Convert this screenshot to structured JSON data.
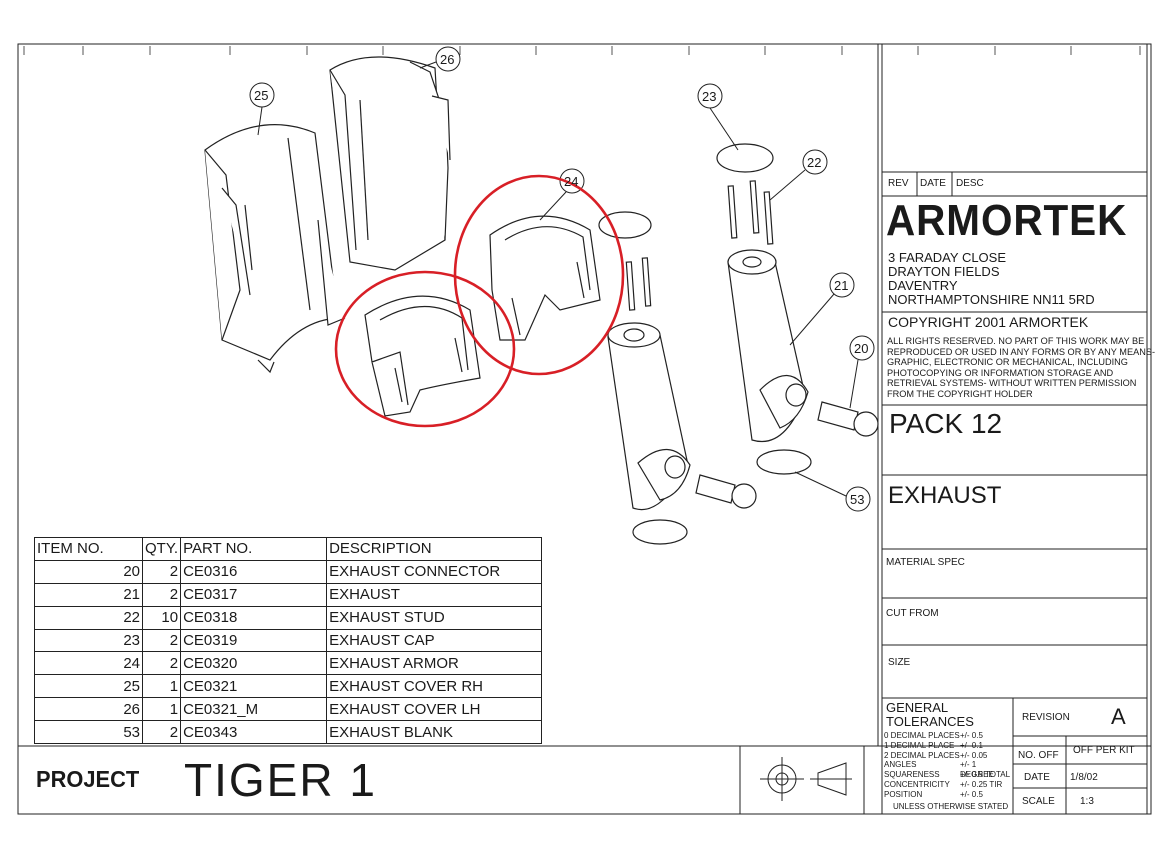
{
  "title_block": {
    "rev_header": "REV",
    "date_header": "DATE",
    "desc_header": "DESC",
    "company": "ARMORTEK",
    "address_lines": [
      "3 FARADAY CLOSE",
      "DRAYTON FIELDS",
      "DAVENTRY",
      "NORTHAMPTONSHIRE NN11 5RD"
    ],
    "copyright": "COPYRIGHT 2001 ARMORTEK",
    "legal_notice": "ALL RIGHTS RESERVED. NO PART OF THIS WORK MAY BE REPRODUCED OR USED IN ANY FORMS OR BY ANY MEANS- GRAPHIC, ELECTRONIC OR MECHANICAL, INCLUDING PHOTOCOPYING OR INFORMATION STORAGE AND RETRIEVAL SYSTEMS- WITHOUT WRITTEN PERMISSION FROM THE COPYRIGHT HOLDER",
    "pack": "PACK 12",
    "assembly_name": "EXHAUST",
    "material_spec_label": "MATERIAL SPEC",
    "cut_from_label": "CUT FROM",
    "size_label": "SIZE",
    "tolerances_title_1": "GENERAL",
    "tolerances_title_2": "TOLERANCES",
    "tolerances": [
      {
        "label": "0 DECIMAL PLACES",
        "value": "+/- 0.5"
      },
      {
        "label": "1 DECIMAL PLACE",
        "value": "+/- 0.1"
      },
      {
        "label": "2 DECIMAL PLACES",
        "value": "+/- 0.05"
      },
      {
        "label": "ANGLES",
        "value": "+/- 1 DEGREE"
      },
      {
        "label": "SQUARENESS",
        "value": "+/- 0.5 TOTAL"
      },
      {
        "label": "CONCENTRICITY",
        "value": "+/- 0.25 TIR"
      },
      {
        "label": "POSITION",
        "value": "+/- 0.5"
      }
    ],
    "tolerance_note": "UNLESS OTHERWISE STATED",
    "revision_label": "REVISION",
    "revision_value": "A",
    "no_off_label": "NO. OFF",
    "no_off_value": "OFF PER KIT",
    "date_label": "DATE",
    "date_value": "1/8/02",
    "scale_label": "SCALE",
    "scale_value": "1:3"
  },
  "bom": {
    "headers": [
      "ITEM NO.",
      "QTY.",
      "PART NO.",
      "DESCRIPTION"
    ],
    "rows": [
      {
        "item": "20",
        "qty": "2",
        "part": "CE0316",
        "desc": "EXHAUST CONNECTOR"
      },
      {
        "item": "21",
        "qty": "2",
        "part": "CE0317",
        "desc": "EXHAUST"
      },
      {
        "item": "22",
        "qty": "10",
        "part": "CE0318",
        "desc": "EXHAUST STUD"
      },
      {
        "item": "23",
        "qty": "2",
        "part": "CE0319",
        "desc": "EXHAUST CAP"
      },
      {
        "item": "24",
        "qty": "2",
        "part": "CE0320",
        "desc": "EXHAUST ARMOR"
      },
      {
        "item": "25",
        "qty": "1",
        "part": "CE0321",
        "desc": "EXHAUST COVER RH"
      },
      {
        "item": "26",
        "qty": "1",
        "part": "CE0321_M",
        "desc": "EXHAUST COVER LH"
      },
      {
        "item": "53",
        "qty": "2",
        "part": "CE0343",
        "desc": "EXHAUST BLANK"
      }
    ]
  },
  "project_label": "PROJECT",
  "project_name": "TIGER 1",
  "balloons": [
    "25",
    "26",
    "24",
    "23",
    "22",
    "21",
    "20",
    "53"
  ],
  "colors": {
    "line": "#222222",
    "highlight": "#d81f26",
    "paper": "#ffffff"
  }
}
